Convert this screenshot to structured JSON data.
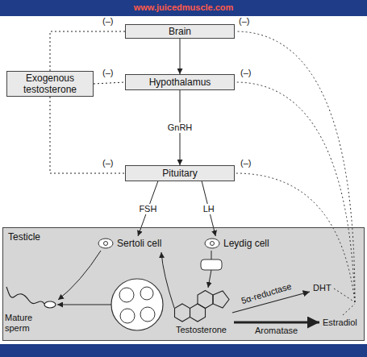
{
  "diagram": {
    "nodes": [
      {
        "text": [
          "Brain"
        ]
      },
      {
        "text": [
          "Hypothalamus"
        ]
      },
      {
        "text": [
          "Exogenous testosterone"
        ]
      },
      {
        "text": [
          "Pituitary"
        ]
      },
      {
        "text": [
          "Testicle"
        ]
      },
      {
        "text": [
          "Sertoli cell"
        ],
        "in": 4
      },
      {
        "text": [
          "Leydig cell"
        ],
        "in": 4
      }
    ],
    "edges": [
      {
        "from": 0,
        "to": 1,
        "arrow": "to"
      },
      {
        "from": 1,
        "to": 3,
        "label": "GnRH",
        "arrow": "to"
      },
      {
        "from": 3,
        "to": 5,
        "label": "FSH",
        "arrow": "to"
      },
      {
        "from": 3,
        "to": 6,
        "label": "LH",
        "arrow": "to"
      },
      {
        "from": 2,
        "to": 0,
        "arrow": "none"
      },
      {
        "from": 2,
        "to": 1,
        "arrow": "none"
      },
      {
        "from": 2,
        "to": 3,
        "arrow": "none"
      }
    ],
    "labels": [
      "www.juicedmuscle.com",
      "(–)",
      "(–)",
      "(–)",
      "(–)",
      "(–)",
      "(–)",
      "Mature sperm",
      "Testosterone",
      "5α-reductase",
      "DHT",
      "Aromatase",
      "Estradiol"
    ]
  }
}
